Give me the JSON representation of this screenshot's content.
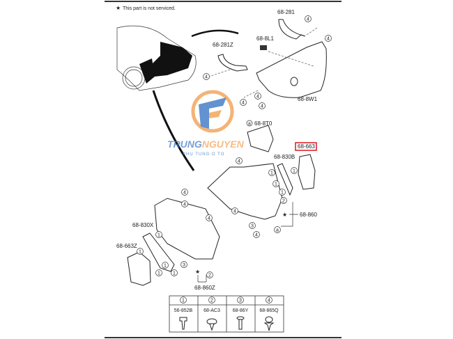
{
  "note": "This part is not serviced.",
  "note_icon": "star-icon",
  "highlight_color": "#e0141e",
  "watermark": {
    "brand": "TRUNGNGUYEN",
    "brand_part1": "TRUNG",
    "brand_part2": "NGUYEN",
    "tagline": "PHỤ TÙNG Ô TÔ",
    "blue": "#3b78c4",
    "orange": "#f2a154"
  },
  "parts": {
    "p68_281": "68-281",
    "p68_8L1": "68-8L1",
    "p68_281Z": "68-281Z",
    "p68_8W1": "68-8W1",
    "p68_8T0": "68-8T0",
    "p68_663": "68-663",
    "p68_830B": "68-830B",
    "p68_860": "68-860",
    "p68_830X": "68-830X",
    "p68_663Z": "68-663Z",
    "p68_860Z": "68-860Z"
  },
  "callouts": {
    "a": "a",
    "c1": "1",
    "c2": "2",
    "c3": "3",
    "c4": "4"
  },
  "fastener_table": {
    "columns": [
      {
        "index": "1",
        "code": "56-852B"
      },
      {
        "index": "2",
        "code": "68-AC3"
      },
      {
        "index": "3",
        "code": "68-86Y"
      },
      {
        "index": "4",
        "code": "68-865Q"
      }
    ]
  }
}
